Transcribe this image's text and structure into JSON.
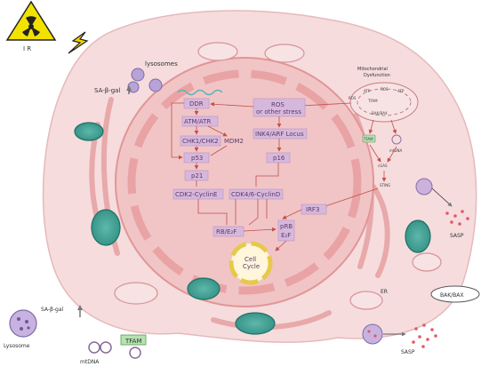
{
  "top": {
    "ir": "I R"
  },
  "cytoplasm": {
    "lysosomes": "lysosomes",
    "sa_beta_gal": "SA-β-gal",
    "er": "ER"
  },
  "nucleus": {
    "ddr": "DDR",
    "ros": "ROS",
    "ros_sub": "or other stress",
    "atm_atr": "ATM/ATR",
    "chk": "CHK1/CHK2",
    "mdm2": "MDM2",
    "ink4_arf": "INK4/ARF Locus",
    "p53": "p53",
    "p16": "p16",
    "p21": "p21",
    "cdk2": "CDK2-CyclinE",
    "cdk46": "CDK4/6-CyclinD",
    "irf3": "IRF3",
    "rb_e2f": "RB/E₂F",
    "prb": "pRB",
    "prb_e2f": "E₂F",
    "cell_cycle_1": "Cell",
    "cell_cycle_2": "Cycle"
  },
  "mito_panel": {
    "title_1": "Mitochondrial",
    "title_2": "Dysfunction",
    "atp_1": "ATP",
    "ros": "ROS",
    "atp_2": "ATP",
    "ros_small": "ROS",
    "tfam_inner": "TFAM",
    "bak_bax_small": "BAK/BAX",
    "tfam": "TFAM",
    "mtdna": "mtDNA",
    "cgas": "cGAS",
    "sting": "STING"
  },
  "sasp": {
    "label_1": "SASP",
    "label_2": "SASP"
  },
  "legend": {
    "bak_bax": "BAK/BAX",
    "sa_beta_gal": "SA-β-gal",
    "lysosome": "Lysosome",
    "tfam": "TFAM",
    "mtdna": "mtDNA"
  }
}
